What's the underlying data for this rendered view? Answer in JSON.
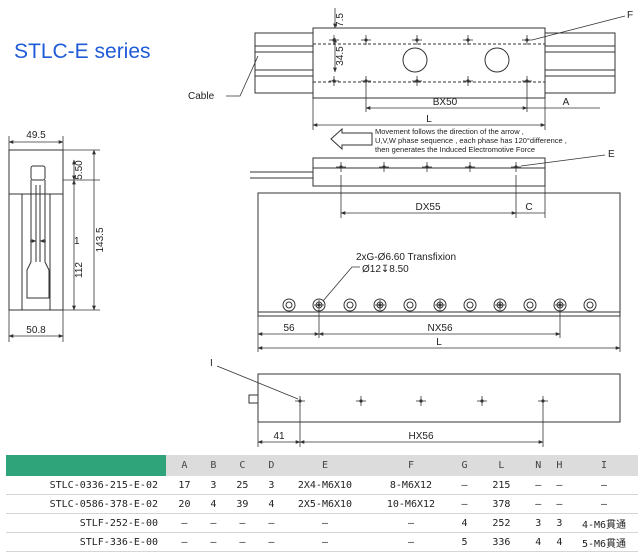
{
  "title": "STLC-E series",
  "callouts": {
    "cable": "Cable",
    "f": "F",
    "e": "E",
    "i": "I",
    "movement_note": [
      "Movement follows the direction of the arrow ,",
      "U,V,W phase sequence , each phase has 120°difference ,",
      "then generates the Induced Electromotive Force"
    ],
    "hole_note": "2xG-Ø6.60 Transfixion",
    "cbore_note": "Ø12↧8.50"
  },
  "dims": {
    "top_7_5": "7.5",
    "top_34_5": "34.5",
    "bx50": "BX50",
    "a": "A",
    "l": "L",
    "dx55": "DX55",
    "c": "C",
    "d56": "56",
    "nx56": "NX56",
    "d41": "41",
    "hx56": "HX56",
    "side_49_5": "49.5",
    "side_5_50": "5.50",
    "side_1": "1",
    "side_112": "112",
    "side_143_5": "143.5",
    "side_50_8": "50.8"
  },
  "table": {
    "headers": [
      "",
      "A",
      "B",
      "C",
      "D",
      "E",
      "F",
      "G",
      "L",
      "N",
      "H",
      "I"
    ],
    "rows": [
      [
        "STLC-0336-215-E-02",
        "17",
        "3",
        "25",
        "3",
        "2X4-M6X10",
        "8-M6X12",
        "—",
        "215",
        "—",
        "—",
        "—"
      ],
      [
        "STLC-0586-378-E-02",
        "20",
        "4",
        "39",
        "4",
        "2X5-M6X10",
        "10-M6X12",
        "—",
        "378",
        "—",
        "—",
        "—"
      ],
      [
        "STLF-252-E-00",
        "—",
        "—",
        "—",
        "—",
        "—",
        "—",
        "4",
        "252",
        "3",
        "3",
        "4-M6貫通"
      ],
      [
        "STLF-336-E-00",
        "—",
        "—",
        "—",
        "—",
        "—",
        "—",
        "5",
        "336",
        "4",
        "4",
        "5-M6貫通"
      ]
    ]
  }
}
